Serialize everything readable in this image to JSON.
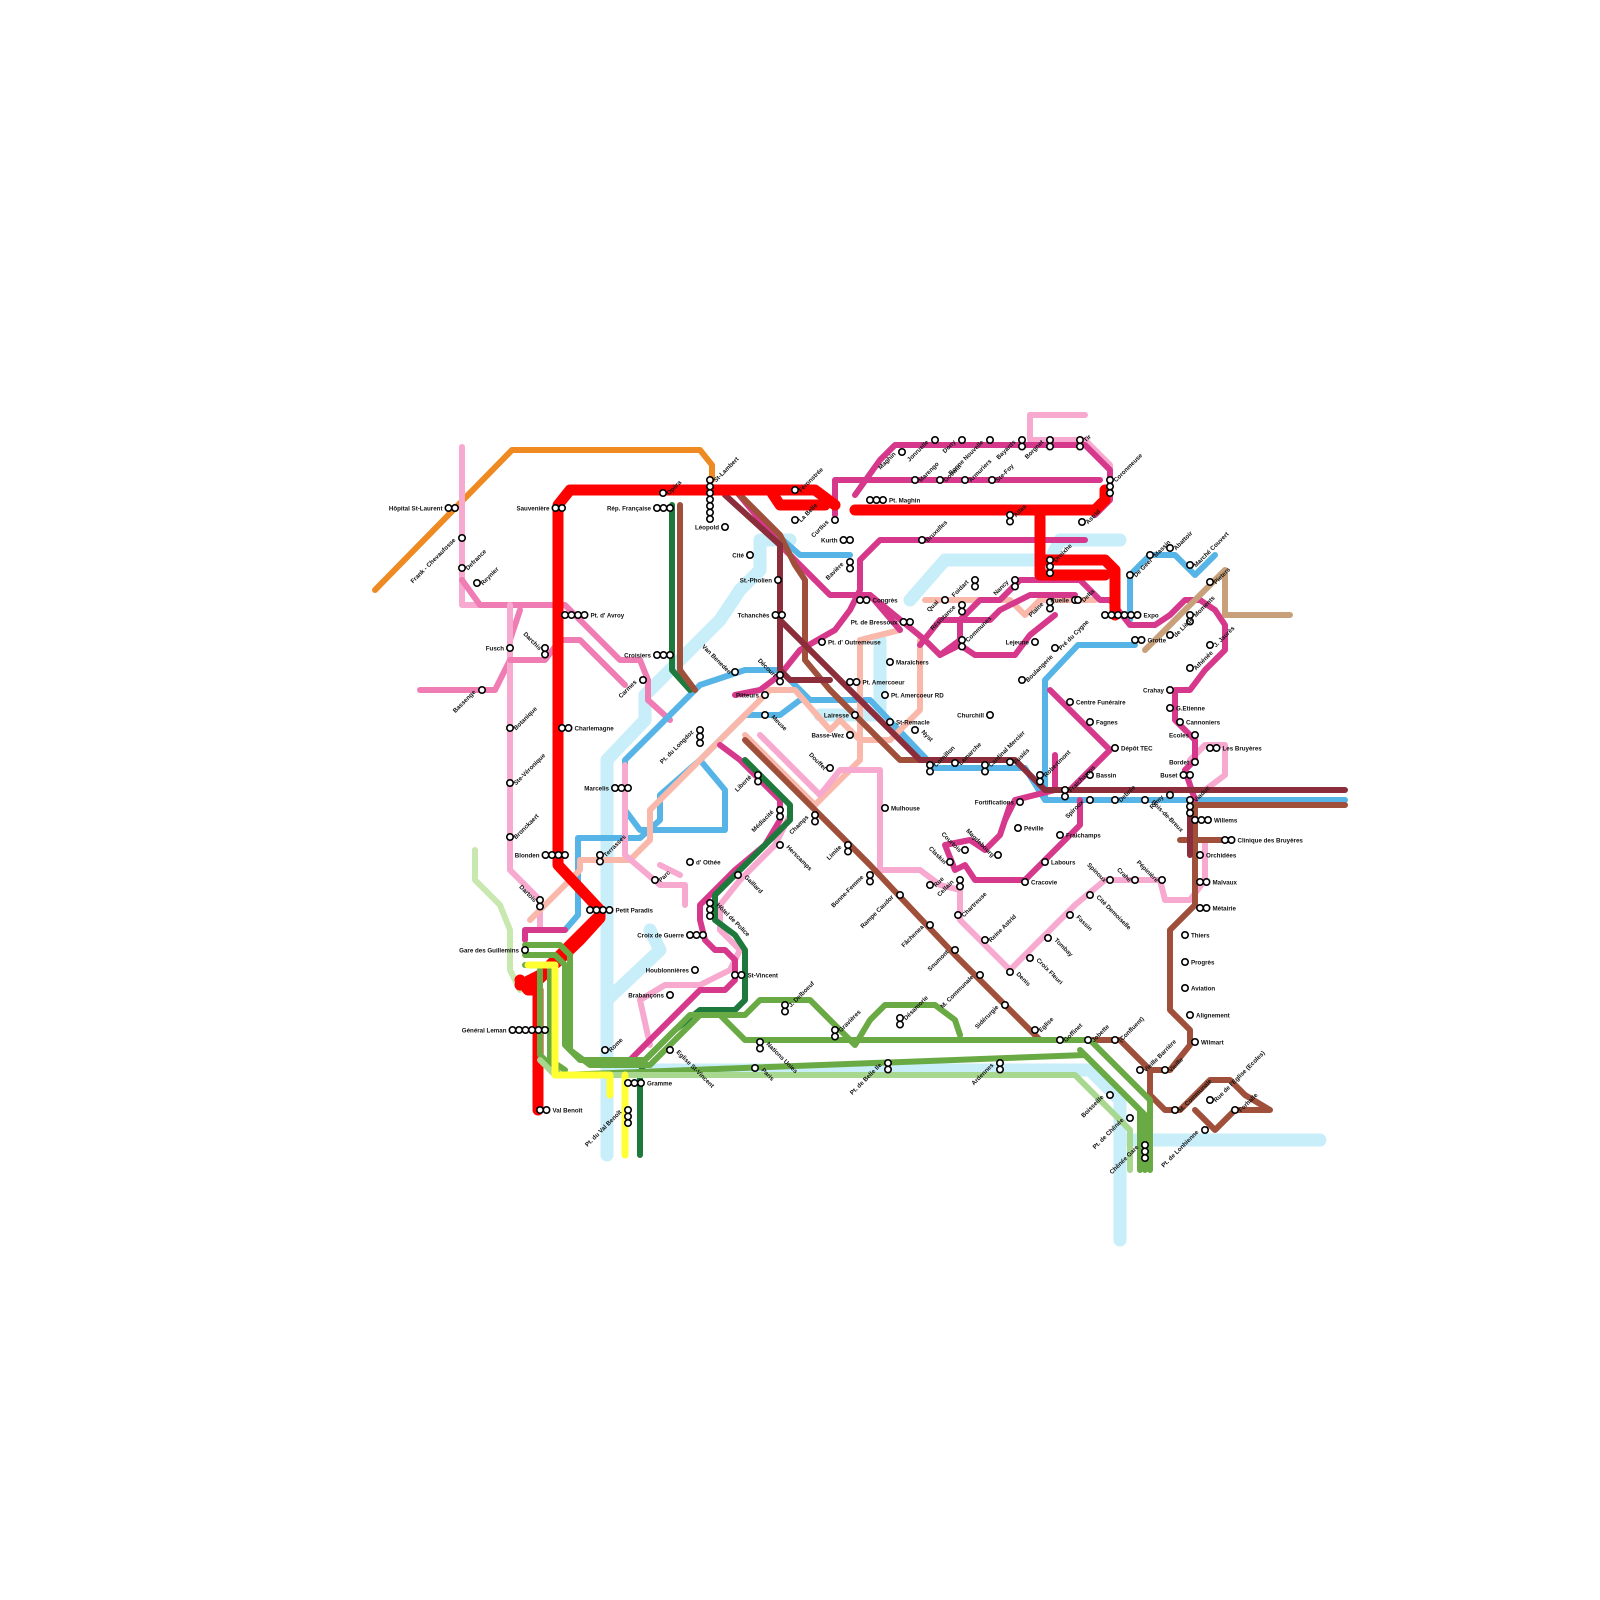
{
  "lines": {
    "orange": "#ef8a22",
    "red": "#ff0000",
    "dark-green": "#1e7a3c",
    "brown": "#a0503a",
    "maroon": "#8b2d3a",
    "magenta": "#d6388c",
    "pink": "#f07cb4",
    "light-pink": "#f7a9cf",
    "blue": "#57b4e6",
    "light-blue": "#c8eefa",
    "salmon": "#f9b8aa",
    "green": "#6aaa44",
    "light-green": "#a8d890",
    "yellow": "#ffff33",
    "tan": "#c8a07a"
  },
  "stations": {
    "hopital": "Hôpital St-Laurent",
    "frank": "Frank - Chevaufosse",
    "defrance": "Defrance",
    "reynier": "Reynier",
    "bassenge": "Bassenge",
    "fusch": "Fusch",
    "darchis": "Darchis",
    "botanique": "Botanique",
    "steveronique": "Ste-Véronique",
    "bronckaert": "Bronckaert",
    "dartois": "Dartois",
    "guillemins": "Gare des Guillemins",
    "leman": "Général Leman",
    "valbenoit": "Val Benoît",
    "sauveniere": "Sauvenière",
    "ptavroy": "Pt. d' Avroy",
    "charlemagne": "Charlemagne",
    "blonden": "Blonden",
    "terrasses": "Terrasses",
    "petitparadis": "Petit Paradis",
    "rome": "Rome",
    "opera": "Opéra",
    "repfr": "Rép. Française",
    "stlambert": "St-Lambert",
    "croisiers": "Croisiers",
    "carmes": "Carmes",
    "marcelis": "Marcelis",
    "parc": "Parc",
    "dothee": "d' Othée",
    "croixguerre": "Croix de Guerre",
    "houblonnieres": "Houblonnières",
    "brabancons": "Brabançons",
    "gramme": "Gramme",
    "ptvalbenoit": "Pt. du Val Benoît",
    "hotelpolice": "Hôtel de Police",
    "stvincent": "St-Vincent",
    "eglisestvincent": "Eglise St-Vincent",
    "leopold": "Léopold",
    "cite": "Cité",
    "stpholien": "St.-Pholien",
    "tchanches": "Tchanchès",
    "feronstree": "Féronstrée",
    "labelle": "La Belle",
    "curtius": "Curtius",
    "kurth": "Kurth",
    "bavière": "Bavière",
    "congres": "Congrès",
    "ptmaghin": "Pt. Maghin",
    "maghin": "Maghin",
    "jonruelle": "Jonruelle",
    "marengo": "Marengo",
    "dony": "Dony",
    "bonnenouvelle": "Bonne Nouvelle",
    "goswin": "Goswin",
    "armuriers": "Armuriers",
    "stefoy": "Ste-Foy",
    "bayards": "Bayards",
    "borgnet": "Borgnet",
    "tir": "Tir",
    "coronmeuse": "Coronmeuse",
    "atlas": "Atlas",
    "astrid": "Astrid",
    "bruxelles": "Bruxelles",
    "droixhe": "Droixhe",
    "ptbressoux": "Pt. de Bressoux",
    "foidart": "Foidart",
    "nancy": "Nancy",
    "resistance": "Résistance",
    "quai": "Quai",
    "communes": "Communes",
    "plaine": "Plaine",
    "ruelle": "Ruelle",
    "deltaplaine": "Delta",
    "lejeune": "Lejeune",
    "predcygne": "Pré du Cygne",
    "boulangerie": "Boulangerie",
    "degeer": "De Geer",
    "expo": "Expo",
    "grotte": "Grotte",
    "massin": "Massin",
    "abattoir": "Abattoir",
    "marchecouvert": "Marché Couvert",
    "pieters": "Pieters",
    "deliege": "de Liège",
    "moments": "Moments",
    "jaures": "J. Jaurès",
    "athenee": "Athénée",
    "crahay": "Crahay",
    "gelienne": "G.Etienne",
    "cannoniers": "Cannoniers",
    "ecoles": "Ecoles",
    "lesbruyeres": "Les Bruyères",
    "bordet": "Bordet",
    "buset": "Buset",
    "remy": "Remy",
    "viaduc": "Viaduc",
    "willems": "Willems",
    "cliniquebruyeres": "Clinique des Bruyères",
    "orchidees": "Orchidées",
    "malvaux": "Malvaux",
    "metairie": "Métairie",
    "thiers": "Thiers",
    "progres": "Progrès",
    "aviation": "Aviation",
    "alignement": "Alignement",
    "wilmart": "Wilmart",
    "ptoutremeuse": "Pt. d' Outremeuse",
    "vanbeneden": "Van Beneden",
    "decourt": "Décourt",
    "pitteurs": "Pitteurs",
    "meuse": "Meuse",
    "ptlongdoz": "Pt. du Longdoz",
    "ptamercoeur": "Pt. Amercoeur",
    "maraichers": "Maraîchers",
    "ptamercoeurrd": "Pt. Amercoeur RD",
    "lairesse": "Lairesse",
    "bassewez": "Basse-Wez",
    "dauffe": "Douffet",
    "stremacle": "St-Remacle",
    "nyst": "Nyst",
    "cornillon": "Cornillon",
    "lamarche": "Lamarche",
    "cardmercier": "Cardinal Mercier",
    "fusies": "Fusiés",
    "robertmont": "Robertmont",
    "fraichamps": "Fraichamps",
    "bassin": "Bassin",
    "churchill": "Churchill",
    "fortifications": "Fortifications",
    "peville": "Péville",
    "centrefuneraire": "Centre Funéraire",
    "fagnes": "Fagnes",
    "depottec": "Dépôt TEC",
    "debree": "Debrée",
    "spiroux": "Spiroux",
    "boisdebreux": "Bois-de-Breux",
    "fraichamps2": "Fraichamps",
    "labours": "Labours",
    "cracovie": "Cracovie",
    "magdebourg": "Magdebourg",
    "liberte": "Liberté",
    "mediacite": "Médiacité",
    "champs": "Champs",
    "herscamps": "Herscamps",
    "gaillard": "Gaillard",
    "mulhouse": "Mulhouse",
    "limite": "Limite",
    "bonnefemme": "Bonne-Femme",
    "rampecaudor": "Rampe Caudor",
    "courtois": "Courtois",
    "claskin": "Claskin",
    "chartreuse": "Chartreuse",
    "cellain": "Cellain",
    "rue": "Rue",
    "fachenea": "Fâchenea",
    "reineastrid": "Reine Astrid",
    "snumont": "Snumont",
    "mcommunale": "M. Communale",
    "denis": "Denis",
    "croixfleuri": "Croix Fleuri",
    "tombay": "Tombay",
    "fassin": "Fassin",
    "citedemoiselle": "Cité Demoiselle",
    "spinoux": "Spinoux",
    "crah": "Crahé",
    "pepiniere": "Pépinière",
    "siderurgie": "Sidérurgie",
    "eglise": "Eglise",
    "goffinet": "Goffinet",
    "jobette": "Jobette",
    "confluent": "(Confluent)",
    "vieillebarriere": "Vieille Barrière",
    "vieille": "Vieille",
    "mcommunale2": "M. Communale",
    "rueeglise": "Rue de l'Eglise (Ecoles)",
    "forhalle": "Forhalle",
    "ptlonhienne": "Pt. de Lonhienne",
    "chenegare": "Chênée Gare",
    "ptchenee": "Pt. de Chênée",
    "boisseille": "Boisseille",
    "jdelboeuf": "J. Delboeuf",
    "gravieres": "Gravières",
    "desamorie": "Désamorie",
    "ptbellile": "Pt. de Belle Ile",
    "ardennes": "Ardennes",
    "nationsunies": "Nations Unies",
    "paris": "Paris",
    "jdelboeuf2": "J. Delboeuf"
  }
}
